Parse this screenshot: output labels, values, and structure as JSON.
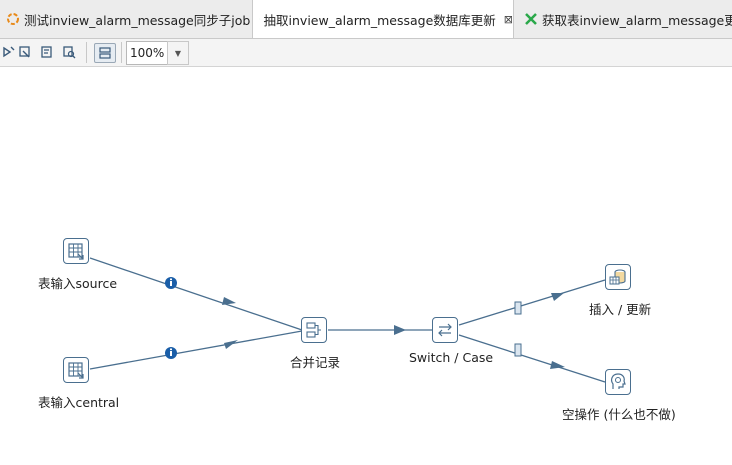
{
  "tabs": [
    {
      "label": "测试inview_alarm_message同步子job",
      "icon": "job-icon",
      "active": false
    },
    {
      "label": "抽取inview_alarm_message数据库更新",
      "icon": "transformation-icon",
      "active": true,
      "close": "⊠"
    },
    {
      "label": "获取表inview_alarm_message更新",
      "icon": "transformation-icon",
      "active": false
    }
  ],
  "toolbar": {
    "buttons": [
      "run-icon",
      "preview-icon",
      "debug-icon",
      "analyze-icon",
      "layout-icon"
    ],
    "zoom": "100%"
  },
  "nodes": {
    "source": "表输入source",
    "central": "表输入central",
    "merge": "合并记录",
    "switch": "Switch / Case",
    "update": "插入 / 更新",
    "dummy": "空操作 (什么也不做)"
  },
  "colors": {
    "hop": "#4a6f8f",
    "info_badge": "#1a5ea8",
    "job_icon": "#e88a1a",
    "transform_icon": "#2aa84a"
  }
}
